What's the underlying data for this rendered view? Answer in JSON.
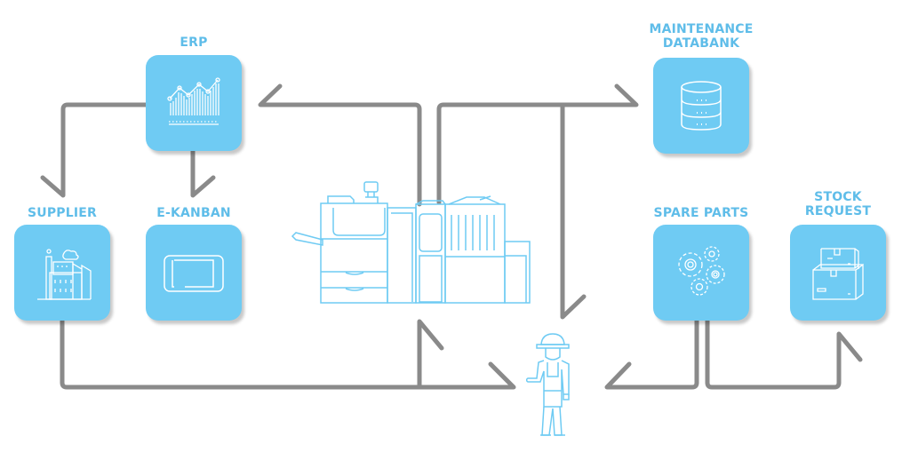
{
  "nodes": {
    "erp": {
      "label": "ERP",
      "icon": "line-chart-icon"
    },
    "supplier": {
      "label": "SUPPLIER",
      "icon": "factory-icon"
    },
    "ekanban": {
      "label": "E-KANBAN",
      "icon": "tablet-icon"
    },
    "maintenance": {
      "label_line1": "MAINTENANCE",
      "label_line2": "DATABANK",
      "icon": "database-icon"
    },
    "spare_parts": {
      "label": "SPARE PARTS",
      "icon": "gears-icon"
    },
    "stock_request": {
      "label_line1": "STOCK",
      "label_line2": "REQUEST",
      "icon": "boxes-icon"
    },
    "machine": {
      "icon": "printer-machine-icon"
    },
    "worker": {
      "icon": "worker-icon"
    }
  },
  "colors": {
    "box": "#6fcbf3",
    "label": "#5fbde9",
    "connector": "#8a8a8a",
    "outline": "#6fcbf3"
  }
}
